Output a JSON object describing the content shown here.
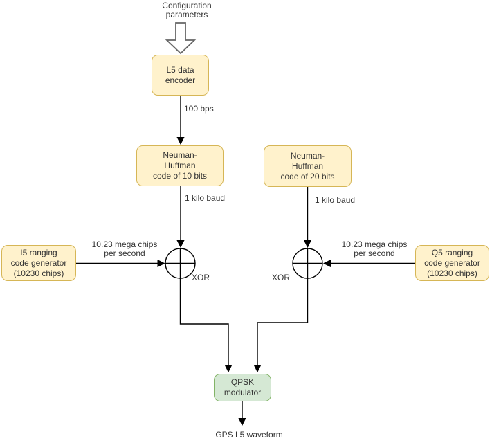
{
  "diagram": {
    "nodes": {
      "config_params": {
        "label": "Configuration\nparameters"
      },
      "l5_data_encoder": {
        "label": "L5 data\nencoder"
      },
      "nh_code_10": {
        "label": "Neuman-\nHuffman\ncode of 10 bits"
      },
      "nh_code_20": {
        "label": "Neuman-\nHuffman\ncode of 20 bits"
      },
      "i5_ranging": {
        "label": "I5 ranging\ncode generator\n(10230 chips)"
      },
      "q5_ranging": {
        "label": "Q5 ranging\ncode generator\n(10230 chips)"
      },
      "qpsk_modulator": {
        "label": "QPSK\nmodulator"
      },
      "gps_l5_waveform": {
        "label": "GPS L5 waveform"
      }
    },
    "edge_labels": {
      "data_rate": "100 bps",
      "baud_left": "1 kilo baud",
      "baud_right": "1 kilo baud",
      "chip_rate_left": "10.23 mega chips\nper second",
      "chip_rate_right": "10.23 mega chips\nper second",
      "xor_left": "XOR",
      "xor_right": "XOR"
    },
    "colors": {
      "node_fill": "#fff2cc",
      "node_border": "#d6b656",
      "modulator_fill": "#d5e8d4",
      "modulator_border": "#82b366",
      "connector": "#000000",
      "block_arrow_outline": "#666666",
      "text": "#333333",
      "background": "#ffffff"
    }
  }
}
